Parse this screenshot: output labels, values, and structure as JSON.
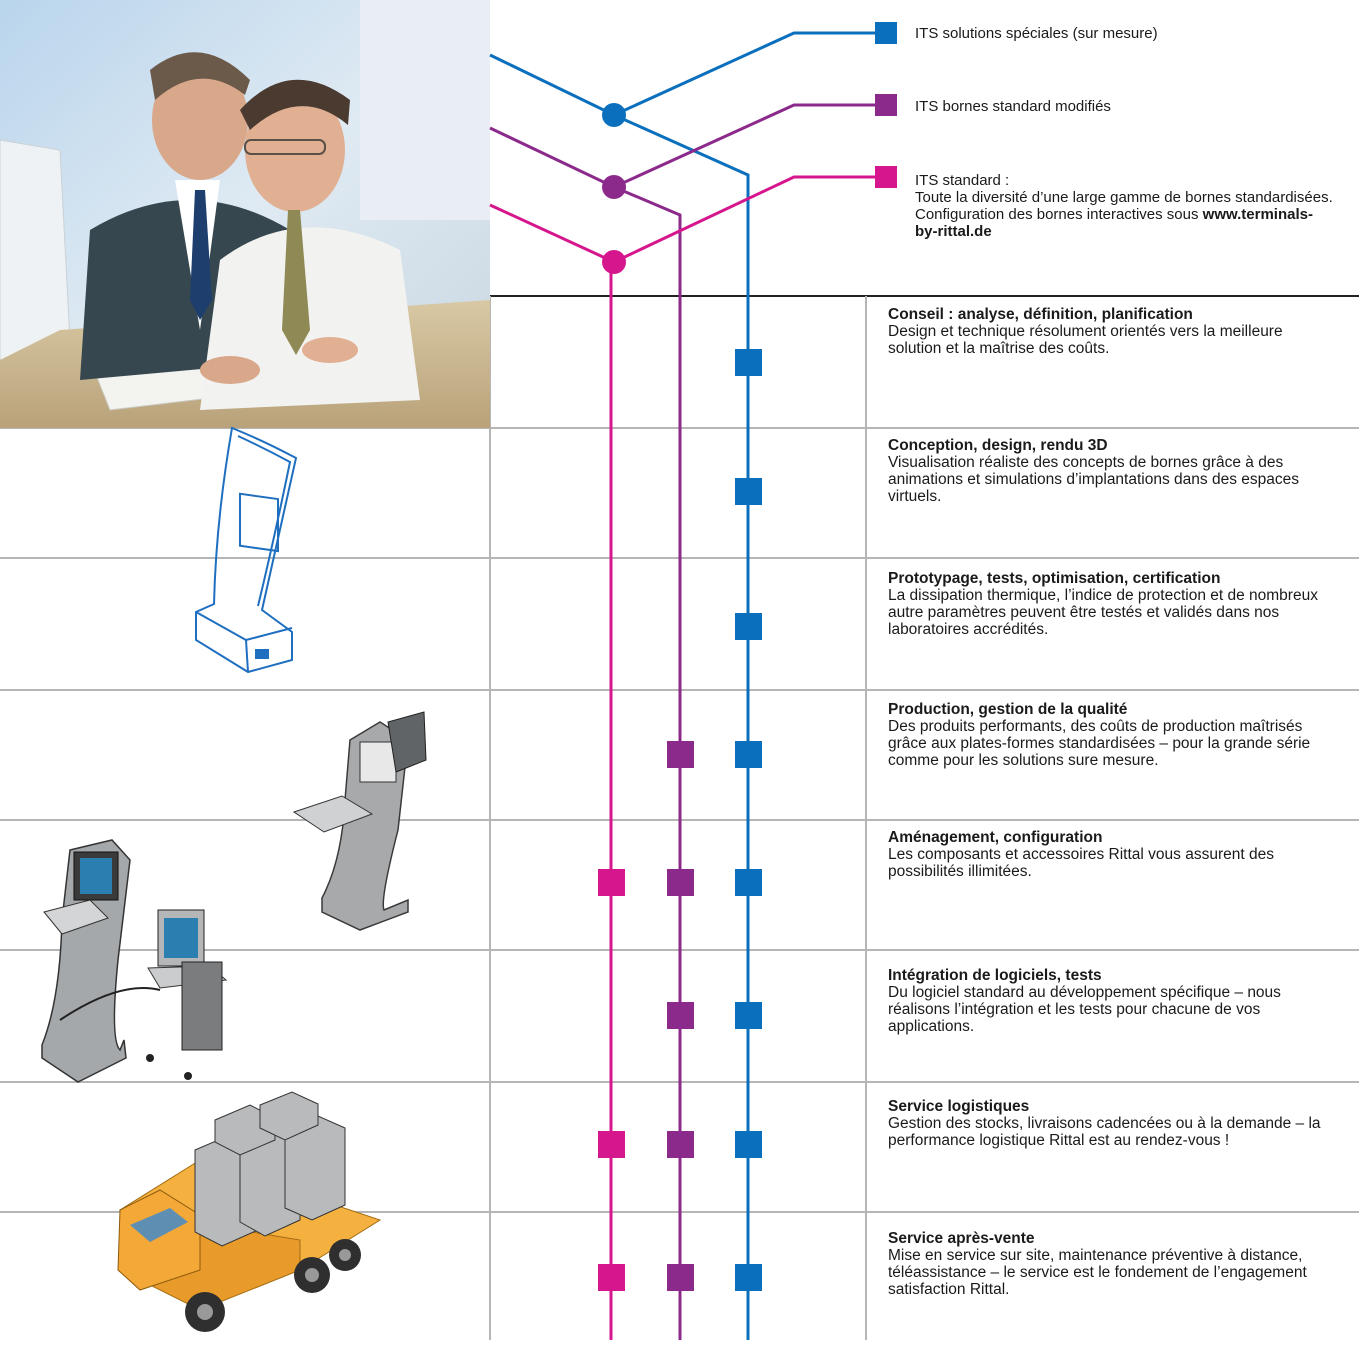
{
  "legend": [
    {
      "key": "special",
      "color": "#0a6fbd",
      "label": "ITS solutions spéciales (sur mesure)"
    },
    {
      "key": "modified",
      "color": "#8c2a8c",
      "label": "ITS bornes standard modifiés"
    },
    {
      "key": "standard",
      "color": "#d6168c",
      "label": "ITS standard :",
      "description": "Toute la diversité d’une large gamme de bornes standardisées. Configuration des bornes interactives sous",
      "link": "www.terminals-by-rittal.de"
    }
  ],
  "steps": [
    {
      "title": "Conseil : analyse, définition, planification",
      "text": "Design et technique résolument orientés vers la meilleure solution et la maîtrise des coûts.",
      "applies": [
        "special"
      ]
    },
    {
      "title": "Conception, design, rendu 3D",
      "text": "Visualisation réaliste des concepts de bornes grâce à des animations et simulations d’implantations dans des espaces virtuels.",
      "applies": [
        "special"
      ]
    },
    {
      "title": "Prototypage, tests, optimisation, certification",
      "text": "La dissipation thermique, l’indice de protection et de nombreux autre paramètres peuvent être testés et validés dans nos laboratoires accrédités.",
      "applies": [
        "special"
      ]
    },
    {
      "title": "Production, gestion de la qualité",
      "text": "Des produits performants, des coûts de production maîtrisés grâce aux plates-formes standardisées – pour la grande série comme pour les solutions sure mesure.",
      "applies": [
        "modified",
        "special"
      ]
    },
    {
      "title": "Aménagement, configuration",
      "text": "Les composants et accessoires Rittal vous assurent des possibilités illimitées.",
      "applies": [
        "standard",
        "modified",
        "special"
      ]
    },
    {
      "title": "Intégration de logiciels, tests",
      "text": "Du logiciel standard au développement spécifique – nous réalisons l’intégration et les tests pour chacune de vos applications.",
      "applies": [
        "modified",
        "special"
      ]
    },
    {
      "title": "Service logistiques",
      "text": "Gestion des stocks, livraisons cadencées ou à la demande – la performance logistique Rittal est au rendez-vous !",
      "applies": [
        "standard",
        "modified",
        "special"
      ]
    },
    {
      "title": "Service après-vente",
      "text": "Mise en service sur site, maintenance préventive à distance, téléassistance – le service est le fondement de l’engagement satisfaction Rittal.",
      "applies": [
        "standard",
        "modified",
        "special"
      ]
    }
  ]
}
